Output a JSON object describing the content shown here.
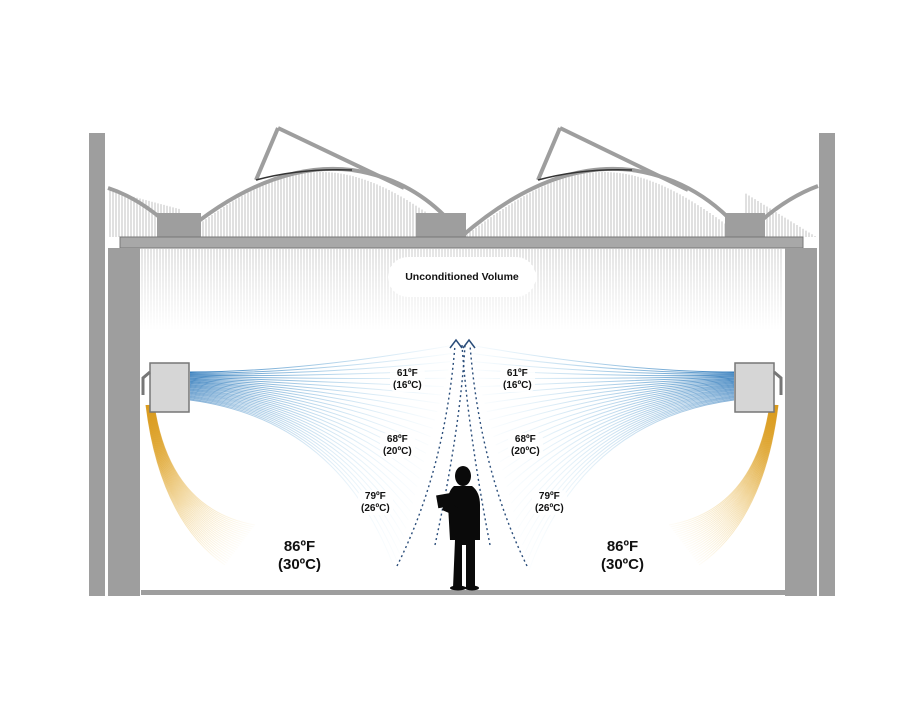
{
  "diagram": {
    "unconditioned_volume_label": "Unconditioned Volume",
    "colors": {
      "structure": "#9e9e9e",
      "cool_air": "#2f86c6",
      "warm_air": "#e0a62a",
      "person": "#0a0a0a",
      "flow_path": "#2a4d7a"
    },
    "labels": {
      "left": {
        "t1": {
          "f": "61ºF",
          "c": "(16ºC)"
        },
        "t2": {
          "f": "68ºF",
          "c": "(20ºC)"
        },
        "t3": {
          "f": "79ºF",
          "c": "(26ºC)"
        },
        "big": {
          "f": "86ºF",
          "c": "(30ºC)"
        }
      },
      "right": {
        "t1": {
          "f": "61ºF",
          "c": "(16ºC)"
        },
        "t2": {
          "f": "68ºF",
          "c": "(20ºC)"
        },
        "t3": {
          "f": "79ºF",
          "c": "(26ºC)"
        },
        "big": {
          "f": "86ºF",
          "c": "(30ºC)"
        }
      }
    },
    "icons": [
      "air-handler-unit-icon",
      "person-with-tablet-icon",
      "skylight-icon"
    ]
  }
}
